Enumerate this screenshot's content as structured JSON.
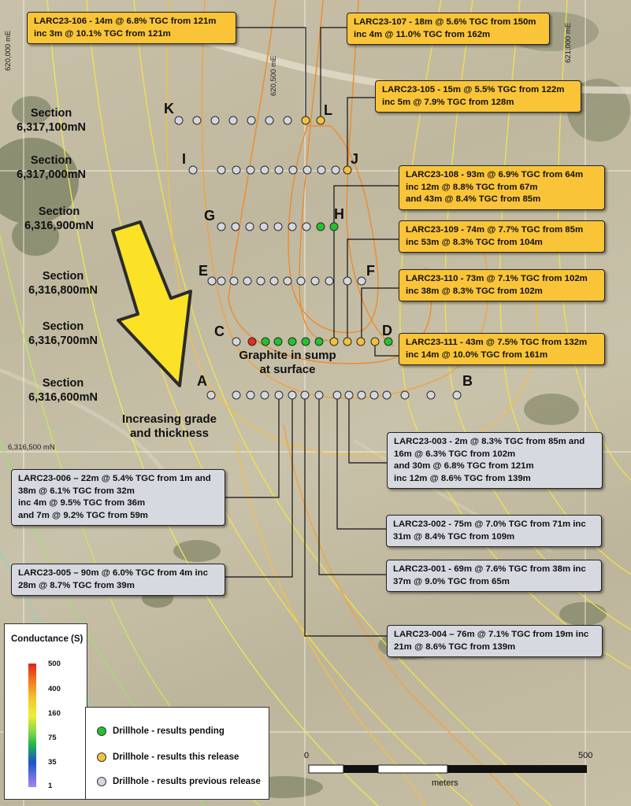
{
  "grid_labels": {
    "e620000": "620,000 mE",
    "e620500": "620,500 mE",
    "e621000": "621,000 mE",
    "n6316500": "6,316,500 mN"
  },
  "sections": [
    {
      "name": "Section",
      "northing": "6,317,100mN"
    },
    {
      "name": "Section",
      "northing": "6,317,000mN"
    },
    {
      "name": "Section",
      "northing": "6,316,900mN"
    },
    {
      "name": "Section",
      "northing": "6,316,800mN"
    },
    {
      "name": "Section",
      "northing": "6,316,700mN"
    },
    {
      "name": "Section",
      "northing": "6,316,600mN"
    }
  ],
  "section_letters": [
    "K",
    "L",
    "I",
    "J",
    "G",
    "H",
    "E",
    "F",
    "C",
    "D",
    "A",
    "B"
  ],
  "annotations": {
    "sump": [
      "Graphite in sump",
      "at surface"
    ],
    "grade": [
      "Increasing grade",
      "and thickness"
    ]
  },
  "callouts_release": [
    {
      "id": "LARC23-106",
      "lines": [
        "LARC23-106 - 14m @ 6.8% TGC from 121m",
        "inc 3m @ 10.1% TGC from 121m"
      ]
    },
    {
      "id": "LARC23-107",
      "lines": [
        "LARC23-107 - 18m @ 5.6% TGC from 150m",
        "inc 4m @ 11.0% TGC from 162m"
      ]
    },
    {
      "id": "LARC23-105",
      "lines": [
        "LARC23-105 - 15m @ 5.5% TGC from 122m",
        "inc 5m @ 7.9% TGC from 128m"
      ]
    },
    {
      "id": "LARC23-108",
      "lines": [
        "LARC23-108 - 93m @ 6.9% TGC from 64m",
        "inc 12m @ 8.8% TGC from 67m",
        "and 43m @ 8.4% TGC from 85m"
      ]
    },
    {
      "id": "LARC23-109",
      "lines": [
        "LARC23-109 - 74m @ 7.7% TGC from 85m",
        "inc 53m @ 8.3% TGC from 104m"
      ]
    },
    {
      "id": "LARC23-110",
      "lines": [
        "LARC23-110 - 73m @ 7.1% TGC from 102m",
        "inc 38m @ 8.3% TGC from 102m"
      ]
    },
    {
      "id": "LARC23-111",
      "lines": [
        "LARC23-111 - 43m @ 7.5% TGC from 132m",
        "inc 14m @ 10.0% TGC from 161m"
      ]
    }
  ],
  "callouts_previous": [
    {
      "id": "LARC23-003",
      "lines": [
        "LARC23-003 - 2m @ 8.3% TGC from 85m and",
        "16m @ 6.3% TGC from 102m",
        "and 30m @ 6.8% TGC from 121m",
        "inc 12m @ 8.6% TGC from 139m"
      ]
    },
    {
      "id": "LARC23-006",
      "lines": [
        "LARC23-006 – 22m @ 5.4% TGC from 1m and",
        "38m @ 6.1% TGC from 32m",
        "inc 4m @ 9.5% TGC from 36m",
        "and 7m @ 9.2% TGC from 59m"
      ]
    },
    {
      "id": "LARC23-002",
      "lines": [
        "LARC23-002 - 75m @ 7.0% TGC from 71m inc",
        "31m @ 8.4% TGC from 109m"
      ]
    },
    {
      "id": "LARC23-005",
      "lines": [
        "LARC23-005 – 90m @ 6.0% TGC from 4m inc",
        "28m @ 8.7% TGC from 39m"
      ]
    },
    {
      "id": "LARC23-001",
      "lines": [
        "LARC23-001 - 69m @ 7.6% TGC from 38m inc",
        "37m @ 9.0% TGC from 65m"
      ]
    },
    {
      "id": "LARC23-004",
      "lines": [
        "LARC23-004 – 76m @ 7.1% TGC from 19m inc",
        "21m @ 8.6% TGC from 139m"
      ]
    }
  ],
  "legend": {
    "conductance_title": "Conductance (S)",
    "ramp_values": [
      "500",
      "400",
      "160",
      "75",
      "35",
      "1"
    ],
    "drillholes": [
      {
        "label": "Drillhole - results pending",
        "color": "#22c32e"
      },
      {
        "label": "Drillhole - results this release",
        "color": "#f5c13a"
      },
      {
        "label": "Drillhole - results previous release",
        "color": "#d4d8de"
      }
    ]
  },
  "scalebar": {
    "start": "0",
    "end": "500",
    "unit": "meters"
  },
  "colors": {
    "pending": "#22c32e",
    "this_release": "#f5c13a",
    "previous": "#d4d8de",
    "red_hole": "#e22d1f",
    "callout_yellow": "#f9c437",
    "callout_grey": "#d6d9df",
    "contour_orange": "#f08a2a",
    "contour_yellow": "#f2e24a",
    "contour_green": "#9ee06a",
    "arrow_yellow": "#fbe227"
  }
}
